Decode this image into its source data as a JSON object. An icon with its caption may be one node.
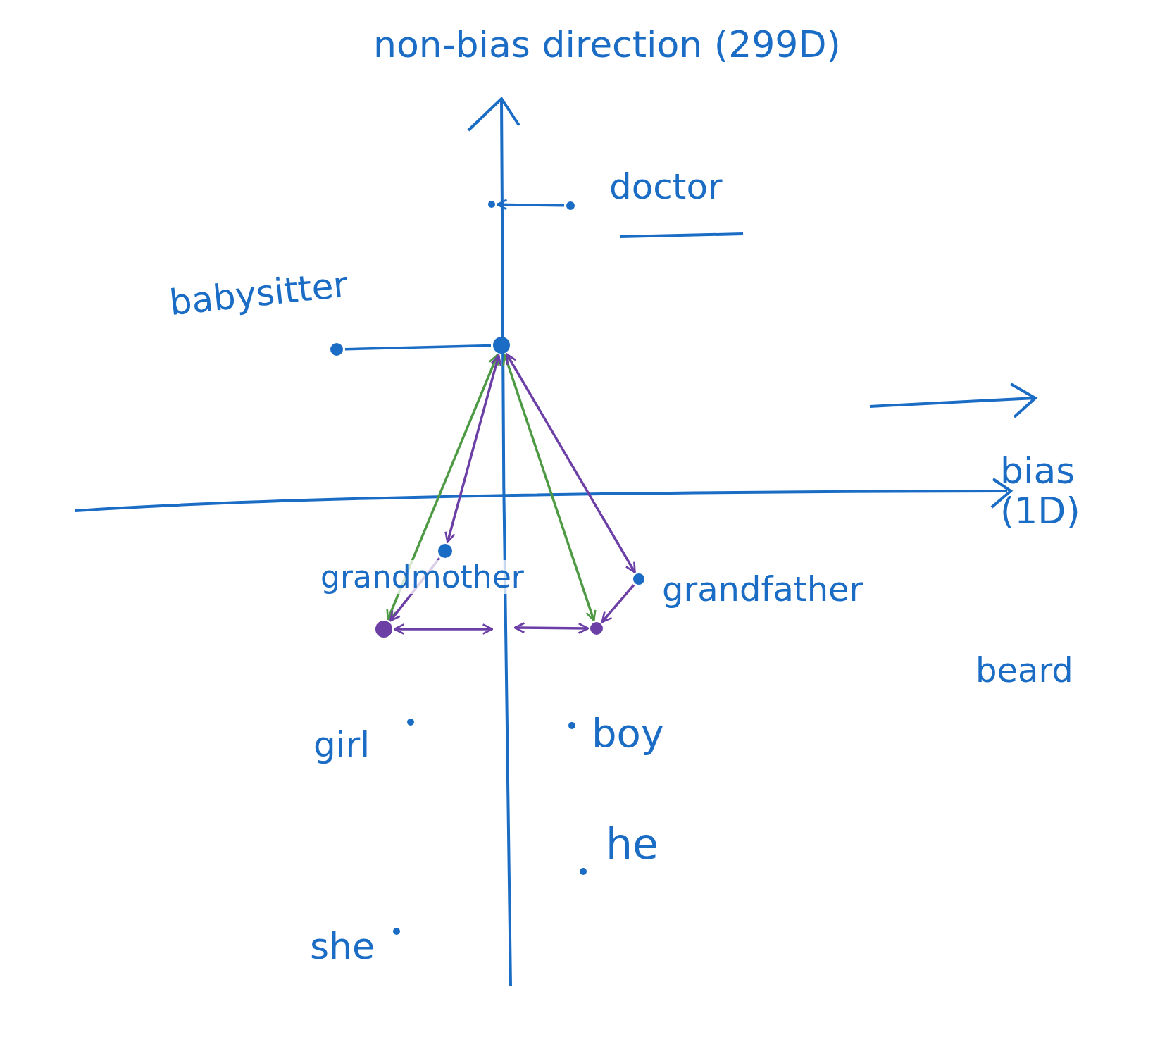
{
  "diagram": {
    "nodes": [
      {
        "text": [],
        "shape": "circle",
        "beside": [
          "doctor"
        ]
      },
      {
        "text": [],
        "shape": "circle"
      },
      {
        "text": [],
        "shape": "circle",
        "beside": [
          "babysitter"
        ]
      },
      {
        "text": [],
        "shape": "circle"
      },
      {
        "text": [],
        "shape": "circle"
      },
      {
        "text": [],
        "shape": "circle"
      },
      {
        "text": [],
        "shape": "circle"
      },
      {
        "text": [],
        "shape": "circle"
      }
    ],
    "edges": [
      {
        "from": 0,
        "to": 1,
        "arrow": "to"
      },
      {
        "from": 2,
        "to": 3,
        "arrow": "none"
      },
      {
        "from": 3,
        "to": 5,
        "arrow": "both",
        "color": "#4e9a44"
      },
      {
        "from": 3,
        "to": 7,
        "arrow": "both",
        "color": "#4e9a44"
      },
      {
        "from": 3,
        "to": 4,
        "arrow": "both",
        "color": "#6b3fa6"
      },
      {
        "from": 3,
        "to": 6,
        "arrow": "both",
        "color": "#6b3fa6"
      },
      {
        "from": 4,
        "to": 5,
        "arrow": "to",
        "color": "#6b3fa6"
      },
      {
        "from": 6,
        "to": 7,
        "arrow": "to",
        "color": "#6b3fa6"
      },
      {
        "from": 5,
        "to": null,
        "arrow": "both",
        "color": "#6b3fa6"
      },
      {
        "from": 7,
        "to": null,
        "arrow": "both",
        "color": "#6b3fa6"
      }
    ],
    "labels": [
      "non-bias direction (299D)",
      "bias (1D)",
      "grandmother",
      "grandfather",
      "beard",
      "girl",
      "boy",
      "he",
      "she"
    ]
  }
}
